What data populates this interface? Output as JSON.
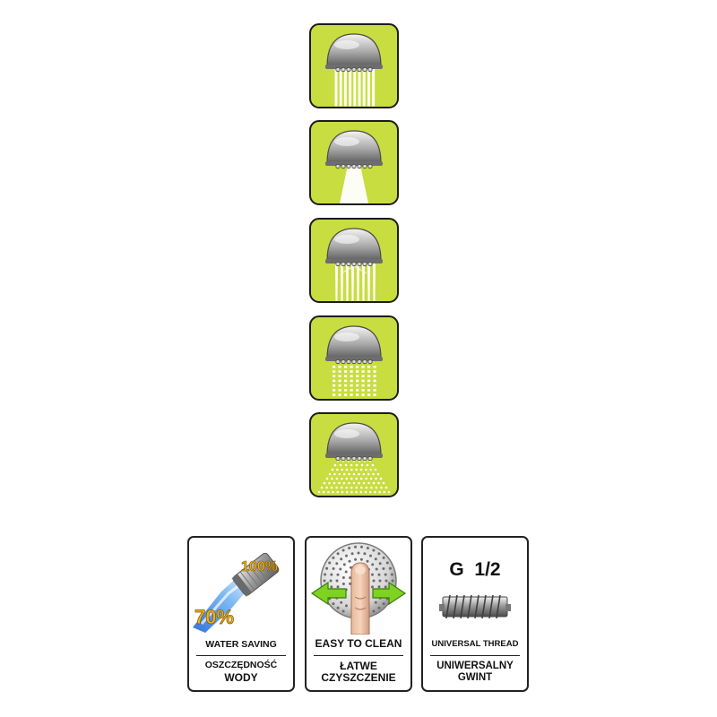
{
  "spray_modes": [
    {
      "name": "rain"
    },
    {
      "name": "jet"
    },
    {
      "name": "massage"
    },
    {
      "name": "mist"
    },
    {
      "name": "soft"
    }
  ],
  "colors": {
    "tile_green": "#c8dd3f",
    "tile_border": "#1c1c1c",
    "spray": "#ffffff",
    "head_chrome": "#a9a9a9",
    "percent_gold": "#f2b01e",
    "arrow_green": "#7ed321"
  },
  "features": {
    "water_saving": {
      "pct_high": "100%",
      "pct_low": "70%",
      "label_en": "WATER SAVING",
      "label_pl_1": "OSZCZĘDNOŚĆ",
      "label_pl_2": "WODY"
    },
    "easy_clean": {
      "label_en": "EASY TO CLEAN",
      "label_pl_1": "ŁATWE",
      "label_pl_2": "CZYSZCZENIE"
    },
    "thread": {
      "size": "G  1/2",
      "label_en": "UNIVERSAL THREAD",
      "label_pl_1": "UNIWERSALNY",
      "label_pl_2": "GWINT"
    }
  }
}
